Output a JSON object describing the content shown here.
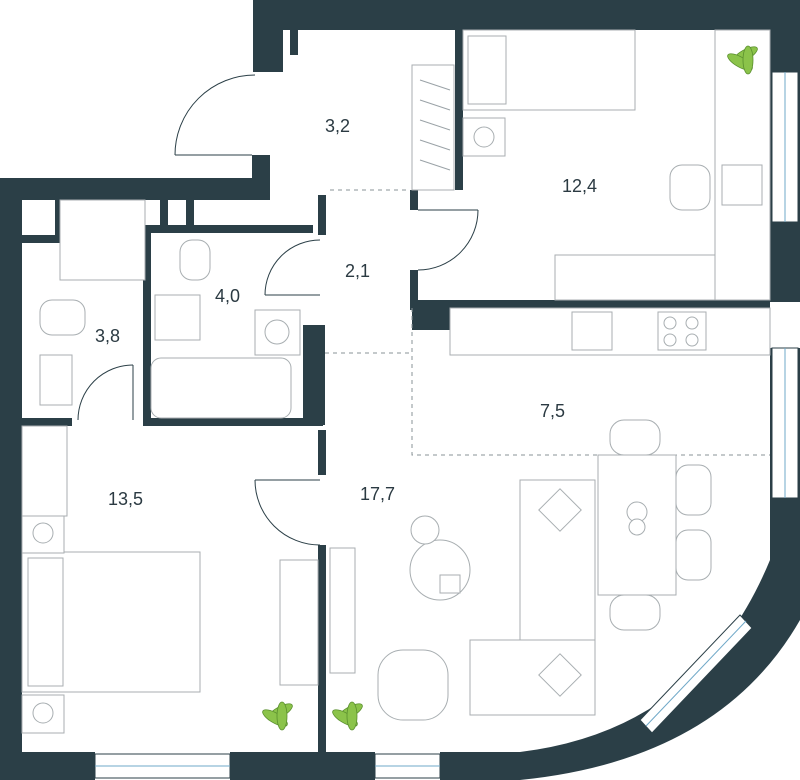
{
  "rooms": [
    {
      "id": "hall-upper",
      "area": "3,2"
    },
    {
      "id": "bedroom-right",
      "area": "12,4"
    },
    {
      "id": "corridor",
      "area": "2,1"
    },
    {
      "id": "bathroom",
      "area": "4,0"
    },
    {
      "id": "wc",
      "area": "3,8"
    },
    {
      "id": "kitchen",
      "area": "7,5"
    },
    {
      "id": "bedroom-left",
      "area": "13,5"
    },
    {
      "id": "living",
      "area": "17,7"
    }
  ],
  "colors": {
    "wall": "#2b3f47",
    "furniture_stroke": "#a8aeb1",
    "window_glass": "#6fa8c8",
    "plant": "#8bc34a"
  }
}
